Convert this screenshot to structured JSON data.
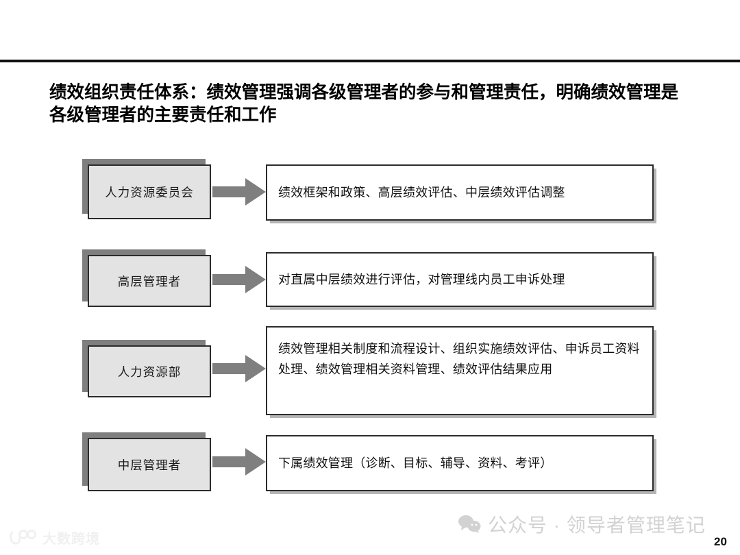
{
  "slide": {
    "title": "绩效组织责任体系：绩效管理强调各级管理者的参与和管理责任，明确绩效管理是各级管理者的主要责任和工作",
    "page_number": "20"
  },
  "rows": [
    {
      "role": "人力资源委员会",
      "responsibility": "绩效框架和政策、高层绩效评估、中层绩效评估调整"
    },
    {
      "role": "高层管理者",
      "responsibility": "对直属中层绩效进行评估，对管理线内员工申诉处理"
    },
    {
      "role": "人力资源部",
      "responsibility": "绩效管理相关制度和流程设计、组织实施绩效评估、申诉员工资料处理、绩效管理相关资料管理、绩效评估结果应用"
    },
    {
      "role": "中层管理者",
      "responsibility": "下属绩效管理（诊断、目标、辅导、资料、考评）"
    }
  ],
  "watermarks": {
    "wechat_text": "公众号 · 领导者管理笔记",
    "brand_text": "大数跨境"
  },
  "colors": {
    "label_fill": "#e3e3e3",
    "label_shadow": "#7f7f7f",
    "arrow": "#7f7f7f",
    "border": "#2b2b2b",
    "rule": "#111111",
    "watermark_gray": "#d2d2d2"
  }
}
